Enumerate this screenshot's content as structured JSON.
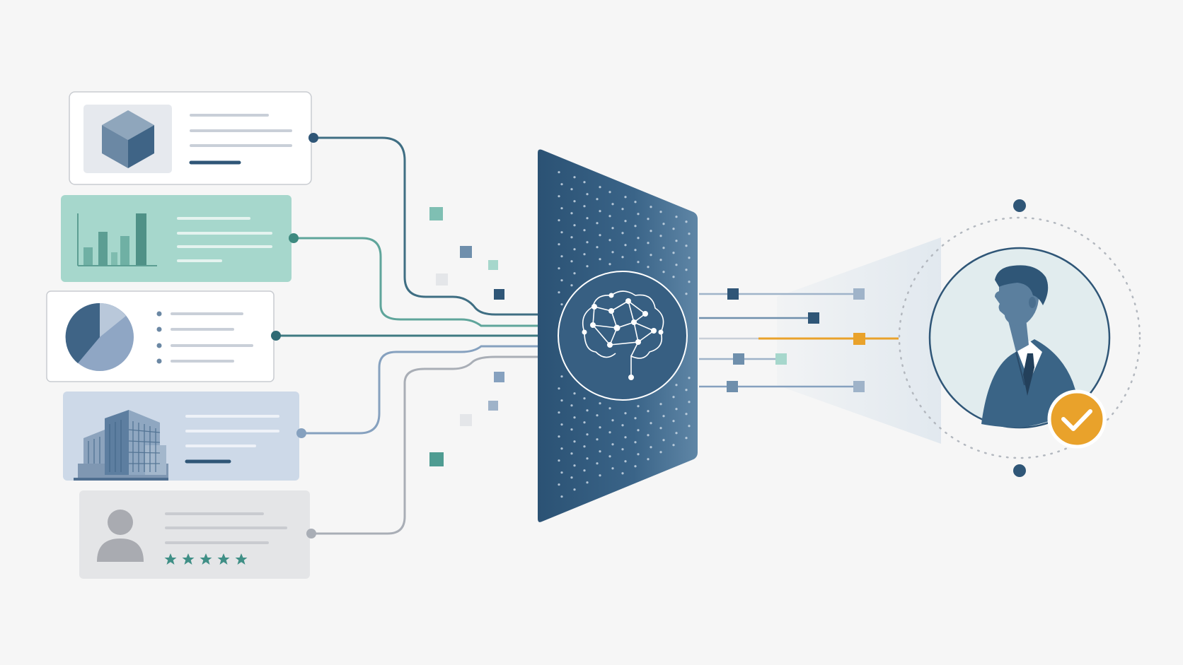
{
  "colors": {
    "background": "#f6f6f6",
    "navy": "#2f5677",
    "slate_blue": "#86a1bf",
    "teal": "#5fa59b",
    "mint_card": "#a6d7cc",
    "blue_card": "#cdd9e8",
    "gray_card": "#e4e5e7",
    "white_card": "#ffffff",
    "accent_orange": "#e9a22b",
    "line_gray": "#a9aeb6"
  },
  "source_cards": [
    {
      "name": "product-card",
      "icon": "cube-icon",
      "tone": "white"
    },
    {
      "name": "chart-card",
      "icon": "bar-chart-icon",
      "tone": "mint"
    },
    {
      "name": "pie-chart-card",
      "icon": "pie-chart-icon",
      "tone": "white"
    },
    {
      "name": "building-card",
      "icon": "building-icon",
      "tone": "blue"
    },
    {
      "name": "profile-review-card",
      "icon": "user-icon",
      "tone": "gray",
      "rating": 5
    }
  ],
  "processor": {
    "icon": "brain-network-icon"
  },
  "output": {
    "icon": "person-avatar-icon",
    "status_icon": "checkmark-icon",
    "status": "verified"
  }
}
